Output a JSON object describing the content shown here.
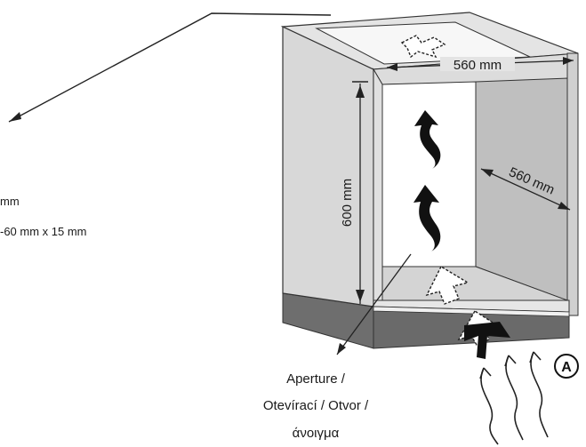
{
  "left_notes": {
    "line1": "mm",
    "line2": "-60 mm x 15 mm"
  },
  "dimensions": {
    "width": "560 mm",
    "height": "600 mm",
    "depth": "560 mm"
  },
  "aperture_caption": {
    "line1": "Aperture /",
    "line2": "Otevírací / Otvor /",
    "line3": "άνοιγμα"
  },
  "marker": "A"
}
